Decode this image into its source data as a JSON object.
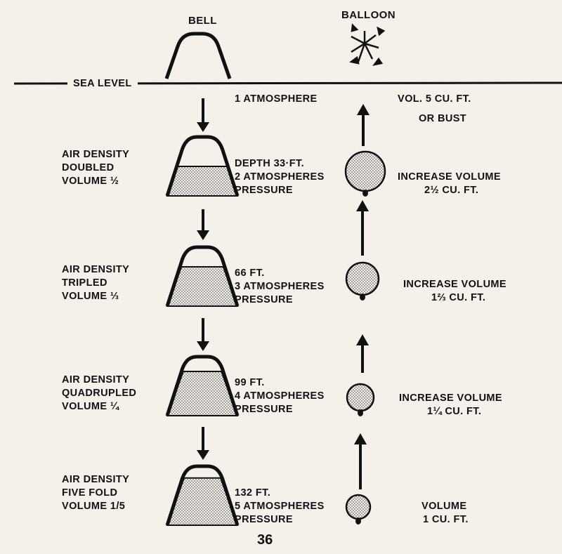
{
  "headers": {
    "bell": "BELL",
    "balloon": "BALLOON",
    "sea_level": "SEA LEVEL"
  },
  "surface": {
    "pressure": "1 ATMOSPHERE",
    "balloon_volume": "VOL. 5 CU. FT.",
    "balloon_note": "OR BUST"
  },
  "stages": [
    {
      "bell_line1": "AIR DENSITY",
      "bell_line2": "DOUBLED",
      "bell_line3": "VOLUME ½",
      "depth_line1": "DEPTH 33·FT.",
      "depth_line2": "2 ATMOSPHERES",
      "depth_line3": "PRESSURE",
      "balloon_line1": "INCREASE VOLUME",
      "balloon_line2": "2½ CU. FT.",
      "water_fraction": 0.5
    },
    {
      "bell_line1": "AIR DENSITY",
      "bell_line2": "TRIPLED",
      "bell_line3": "VOLUME ⅓",
      "depth_line1": "66 FT.",
      "depth_line2": "3 ATMOSPHERES",
      "depth_line3": "PRESSURE",
      "balloon_line1": "INCREASE VOLUME",
      "balloon_line2": "1⅔ CU. FT.",
      "water_fraction": 0.6667
    },
    {
      "bell_line1": "AIR DENSITY",
      "bell_line2": "QUADRUPLED",
      "bell_line3": "VOLUME ¼",
      "depth_line1": "99 FT.",
      "depth_line2": "4 ATMOSPHERES",
      "depth_line3": "PRESSURE",
      "balloon_line1": "INCREASE VOLUME",
      "balloon_line2": "1¼ CU. FT.",
      "water_fraction": 0.75
    },
    {
      "bell_line1": "AIR DENSITY",
      "bell_line2": "FIVE FOLD",
      "bell_line3": "VOLUME 1/5",
      "depth_line1": "132 FT.",
      "depth_line2": "5 ATMOSPHERES",
      "depth_line3": "PRESSURE",
      "balloon_line1": "VOLUME",
      "balloon_line2": "1 CU. FT.",
      "water_fraction": 0.8
    }
  ],
  "page_number": "36",
  "colors": {
    "ink": "#111111",
    "paper": "#f3f1ea",
    "stipple": "#bdbdbd"
  }
}
